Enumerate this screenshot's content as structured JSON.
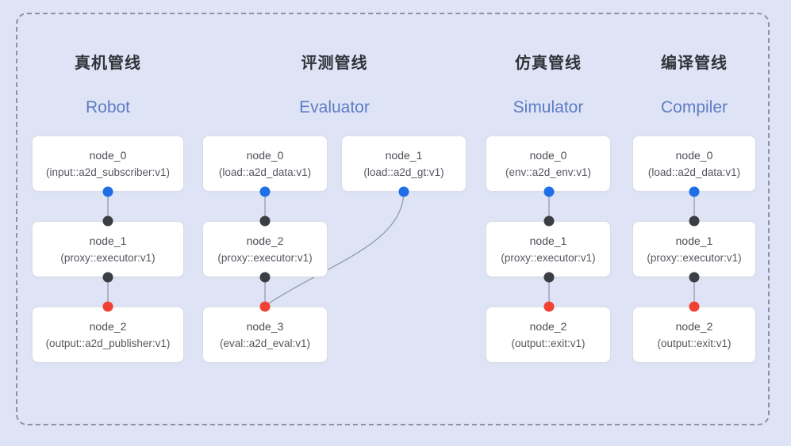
{
  "colors": {
    "background": "#dee4f5",
    "frame_dash": "#8c92a0",
    "card_bg": "#ffffff",
    "card_border": "#d9dde8",
    "edge": "#939aa9",
    "blue_dot": "#1e6ee8",
    "dark_dot": "#3c3e44",
    "red_dot": "#f04134",
    "title_zh_color": "#303339",
    "title_en_color": "#5d7cc5"
  },
  "pipelines": [
    {
      "title_zh": "真机管线",
      "title_en": "Robot",
      "nodes": [
        {
          "name": "node_0",
          "param": "(input::a2d_subscriber:v1)"
        },
        {
          "name": "node_1",
          "param": "(proxy::executor:v1)"
        },
        {
          "name": "node_2",
          "param": "(output::a2d_publisher:v1)"
        }
      ]
    },
    {
      "title_zh": "评测管线",
      "title_en": "Evaluator",
      "nodes": [
        {
          "name": "node_0",
          "param": "(load::a2d_data:v1)"
        },
        {
          "name": "node_1",
          "param": "(load::a2d_gt:v1)"
        },
        {
          "name": "node_2",
          "param": "(proxy::executor:v1)"
        },
        {
          "name": "node_3",
          "param": "(eval::a2d_eval:v1)"
        }
      ]
    },
    {
      "title_zh": "仿真管线",
      "title_en": "Simulator",
      "nodes": [
        {
          "name": "node_0",
          "param": "(env::a2d_env:v1)"
        },
        {
          "name": "node_1",
          "param": "(proxy::executor:v1)"
        },
        {
          "name": "node_2",
          "param": "(output::exit:v1)"
        }
      ]
    },
    {
      "title_zh": "编译管线",
      "title_en": "Compiler",
      "nodes": [
        {
          "name": "node_0",
          "param": "(load::a2d_data:v1)"
        },
        {
          "name": "node_1",
          "param": "(proxy::executor:v1)"
        },
        {
          "name": "node_2",
          "param": "(output::exit:v1)"
        }
      ]
    }
  ]
}
